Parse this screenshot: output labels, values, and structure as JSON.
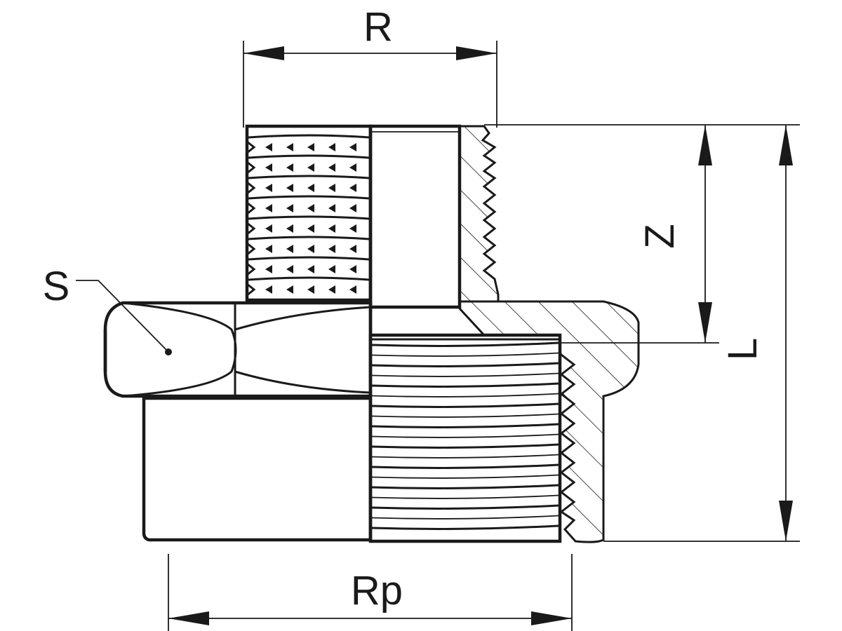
{
  "labels": {
    "R": "R",
    "Rp": "Rp",
    "S": "S",
    "Z": "Z",
    "L": "L"
  },
  "line_color": "#1a1a1a",
  "background": "#ffffff"
}
